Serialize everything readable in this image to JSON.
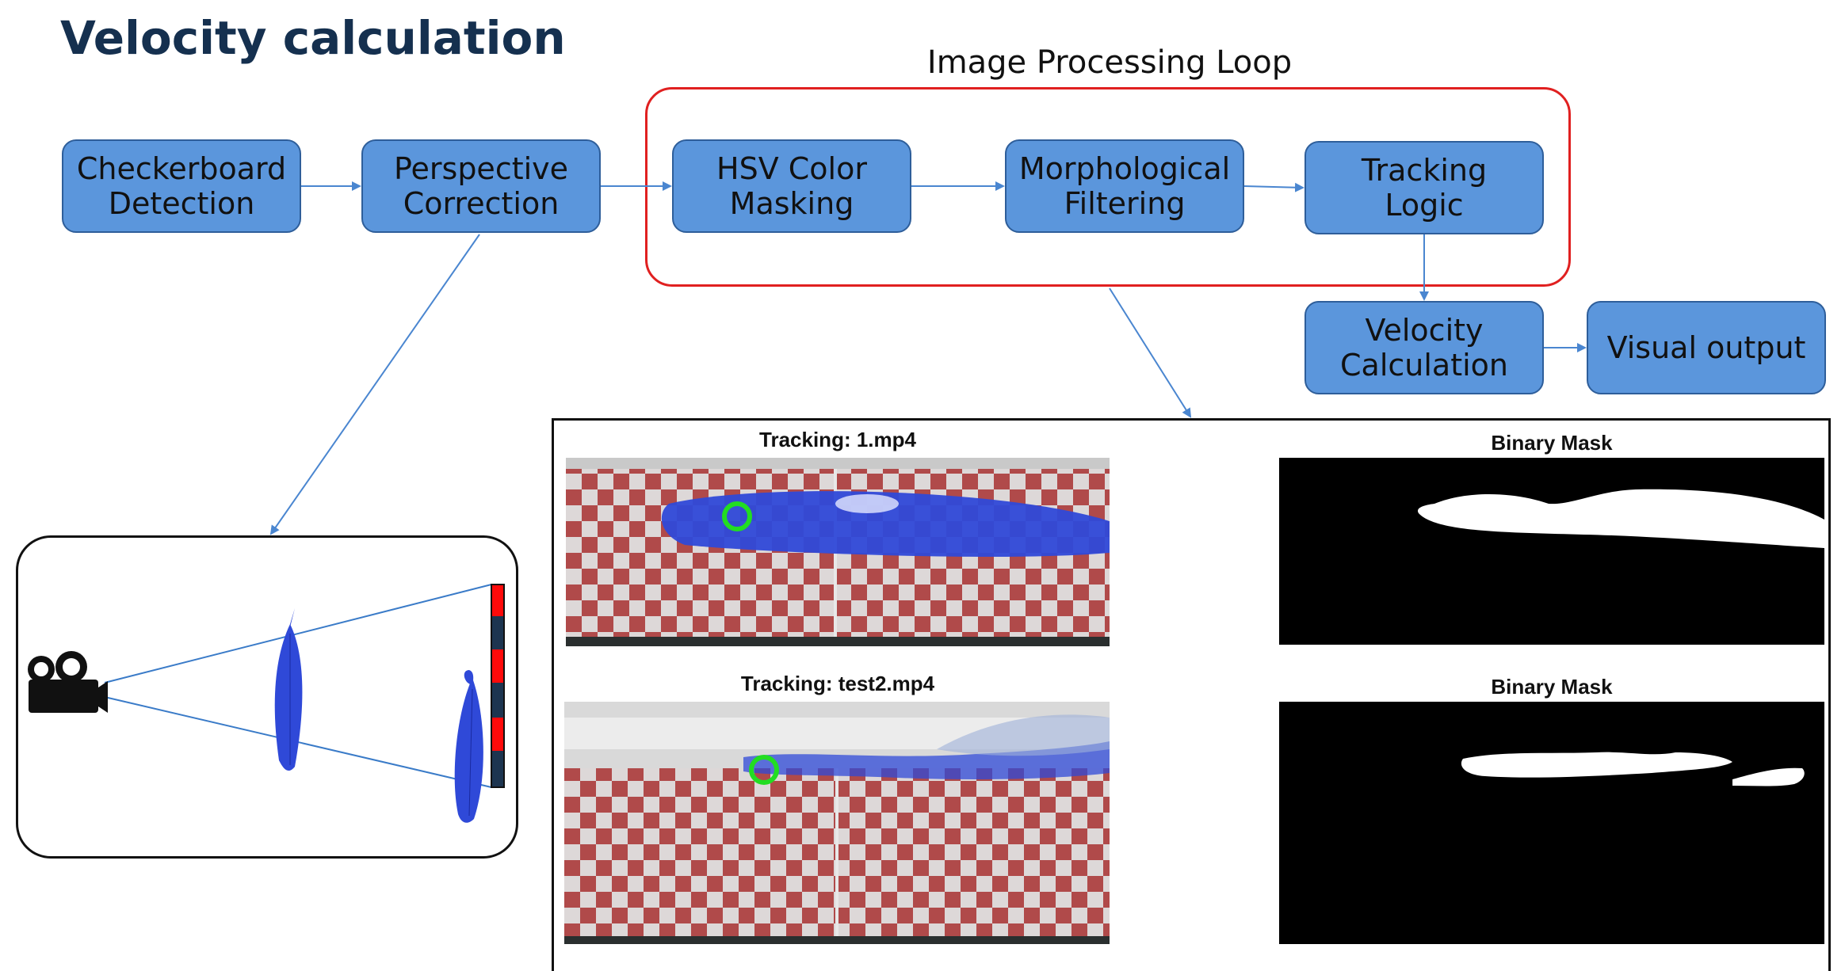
{
  "header": {
    "title": "Velocity calculation"
  },
  "loop": {
    "label": "Image Processing Loop"
  },
  "nodes": {
    "checkerboard": "Checkerboard\nDetection",
    "perspective": "Perspective\nCorrection",
    "hsv": "HSV Color\nMasking",
    "morph": "Morphological\nFiltering",
    "tracking": "Tracking\nLogic",
    "velocity": "Velocity\nCalculation",
    "visual": "Visual output"
  },
  "panels": {
    "track1_title": "Tracking: 1.mp4",
    "mask1_title": "Binary Mask",
    "track2_title": "Tracking: test2.mp4",
    "mask2_title": "Binary Mask"
  },
  "colors": {
    "node_fill": "#5b96dc",
    "node_border": "#2e5e9a",
    "loop_border": "#e02020",
    "arrow": "#4a86d0",
    "title": "#15304f",
    "fish": "#2f49d8",
    "tracker": "#22dd22",
    "checker_red": "#b04a4a",
    "checker_light": "#ddd8d8"
  },
  "icons": {
    "camera": "video-camera-icon",
    "fish": "fish-icon",
    "scale": "scale-bar-icon"
  }
}
